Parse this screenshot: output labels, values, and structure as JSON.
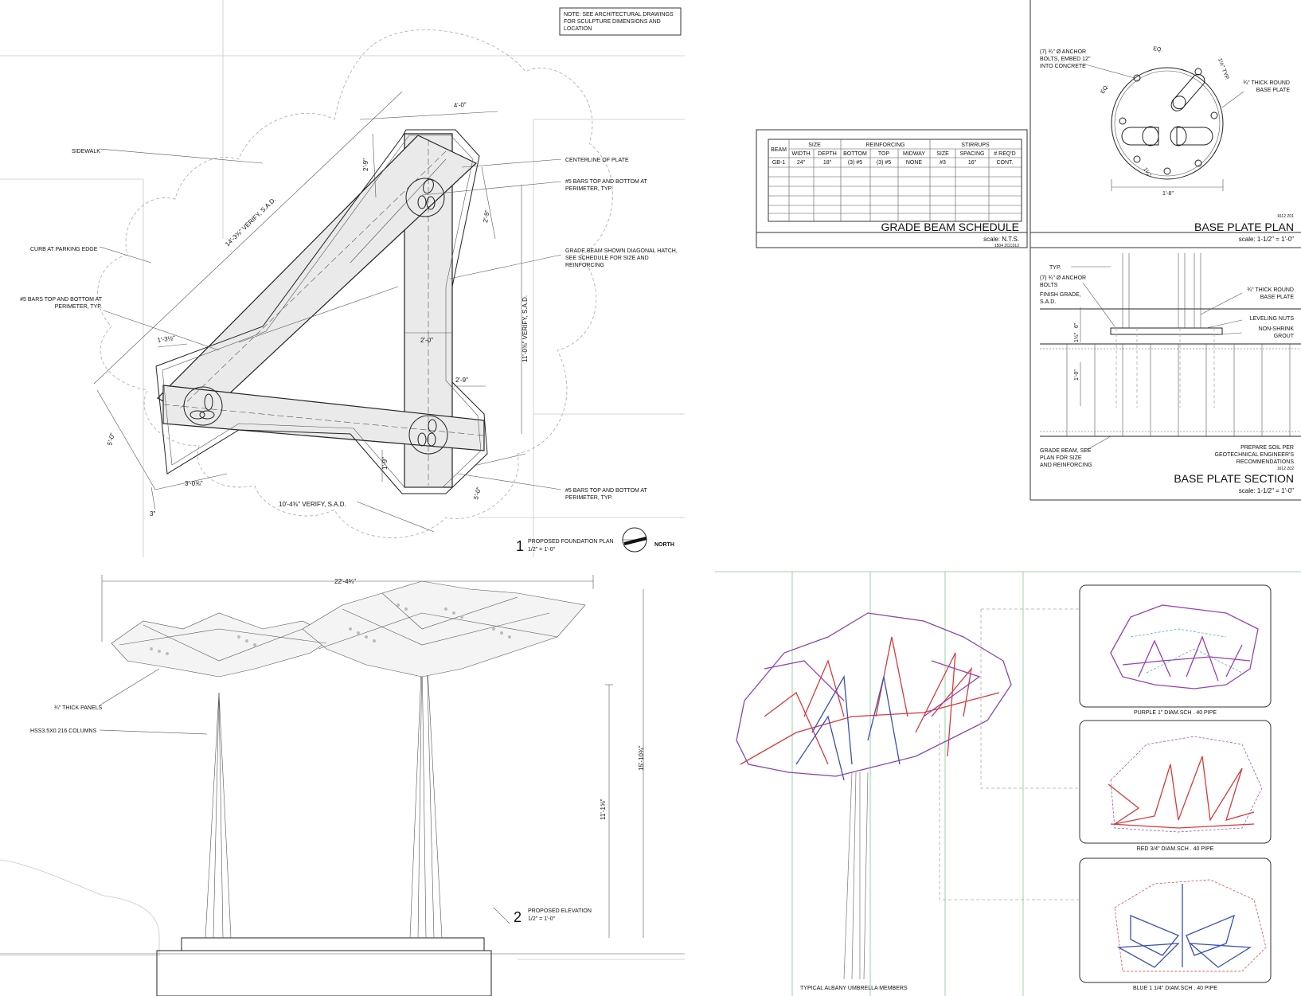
{
  "plan": {
    "note": [
      "NOTE: SEE ARCHITECTURAL DRAWINGS",
      "FOR SCULPTURE DIMENSIONS AND",
      "LOCATION"
    ],
    "labels": {
      "sidewalk": "SIDEWALK",
      "curb": "CURB AT PARKING EDGE",
      "bars_left": [
        "#5 BARS TOP AND BOTTOM AT",
        "PERIMETER, TYP."
      ],
      "centerline": "CENTERLINE OF PLATE",
      "bars_right_top": [
        "#5 BARS TOP AND BOTTOM AT",
        "PERIMETER, TYP."
      ],
      "grade_beam": [
        "GRADE BEAM SHOWN DIAGONAL HATCH,",
        "SEE SCHEDULE FOR SIZE AND",
        "REINFORCING"
      ],
      "bars_right_bottom": [
        "#5 BARS TOP AND BOTTOM AT",
        "PERIMETER, TYP."
      ]
    },
    "dims": {
      "d1": "4'-0\"",
      "d2": "2'-9\"",
      "d3": "2'-9\"",
      "d4": "14'-3⅜\" VERIFY, S.A.D.",
      "d5": "11'-0⅜\" VERIFY, S.A.D.",
      "d6": "2'-0\"",
      "d7": "1'-3½\"",
      "d8": "2'-9\"",
      "d9": "5'-0\"",
      "d10": "3'-0⅝\"",
      "d11": "10'-4⅜\" VERIFY, S.A.D.",
      "d12": "3\"",
      "d13": "5'-0\"",
      "d14": "1'-9\""
    },
    "title_num": "1",
    "title": "PROPOSED FOUNDATION PLAN",
    "scale": "1/2\" = 1'-0\"",
    "north": "NORTH"
  },
  "schedule": {
    "group_headers": [
      "SIZE",
      "REINFORCING",
      "STIRRUPS"
    ],
    "col_headers": [
      "BEAM",
      "WIDTH",
      "DEPTH",
      "BOTTOM",
      "TOP",
      "MIDWAY",
      "SIZE",
      "SPACING",
      "# REQ'D"
    ],
    "rows": [
      [
        "GB-1",
        "24\"",
        "18\"",
        "(3) #5",
        "(3) #5",
        "NONE",
        "#3",
        "16\"",
        "CONT."
      ]
    ],
    "title": "GRADE BEAM SCHEDULE",
    "scale": "scale:  N.T.S.",
    "ref": "1504 ZCC012"
  },
  "baseplate_plan": {
    "anchor": [
      "(7) ¾\" Ø ANCHOR",
      "BOLTS, EMBED 12\"",
      "INTO CONCRETE"
    ],
    "eq1": "EQ.",
    "eq2": "EQ.",
    "typ": "1½\" TYP.",
    "thick": [
      "¾\" THICK ROUND",
      "BASE PLATE"
    ],
    "dim_small": "1¼\"",
    "width": "1'-8\"",
    "title": "BASE PLATE PLAN",
    "scale": "scale:  1-1/2\" = 1'-0\"",
    "ref": "1612 Z01"
  },
  "baseplate_section": {
    "typ": "TYP.",
    "anchor": [
      "(7) ¾\" Ø ANCHOR",
      "BOLTS"
    ],
    "grade": [
      "FINISH GRADE,",
      "S.A.D."
    ],
    "thick": [
      "¾\" THICK ROUND",
      "BASE PLATE"
    ],
    "leveling": "LEVELING NUTS",
    "grout": [
      "NON-SHRINK",
      "GROUT"
    ],
    "d6": "6\"",
    "d1": "1½\"",
    "d10": "1'-0\"",
    "beam": [
      "GRADE BEAM, SEE",
      "PLAN FOR SIZE",
      "AND REINFORCING"
    ],
    "soil": [
      "PREPARE SOIL PER",
      "GEOTECHNICAL ENGINEER'S",
      "RECOMMENDATIONS"
    ],
    "title": "BASE PLATE SECTION",
    "scale": "scale:  1-1/2\" = 1'-0\"",
    "ref": "1612 Z02"
  },
  "elevation": {
    "width": "22'-4¾\"",
    "height": "15'-10¾\"",
    "col_height": "11'-1⅝\"",
    "panels": "¾\" THICK PANELS",
    "columns": "HSS3.5X0.216 COLUMNS",
    "title_num": "2",
    "title": "PROPOSED ELEVATION",
    "scale": "1/2\" = 1'-0\""
  },
  "umbrella": {
    "caption": "TYPICAL ALBANY UMBRELLA MEMBERS",
    "details": [
      "PURPLE 1\" DIAM.SCH . 40 PIPE",
      "RED 3/4\" DIAM.SCH . 40 PIPE",
      "BLUE 1 1/4\" DIAM.SCH . 40 PIPE"
    ],
    "colors": {
      "purple": "#9a3fb0",
      "red": "#d83a3a",
      "blue": "#3a4fb8",
      "green": "#3aa55a",
      "cyan": "#3aa8c8"
    }
  }
}
